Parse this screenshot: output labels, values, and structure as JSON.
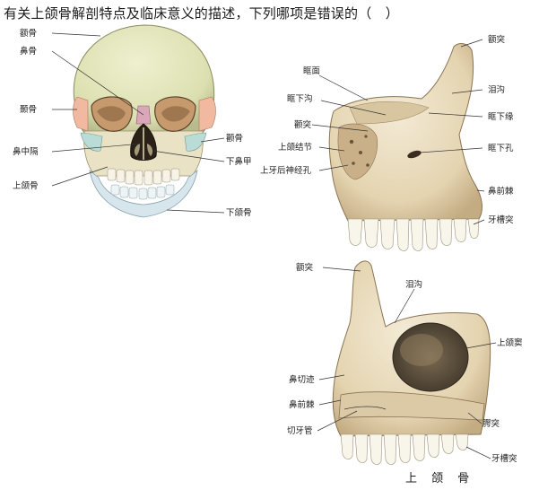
{
  "question": "有关上颌骨解剖特点及临床意义的描述，下列哪项是错误的（　）",
  "skull_labels": {
    "frontal": "额骨",
    "nasal": "鼻骨",
    "temporal": "颞骨",
    "zygomatic": "颧骨",
    "septum": "鼻中隔",
    "inferior_concha": "下鼻甲",
    "maxilla": "上颌骨",
    "mandible": "下颌骨"
  },
  "lateral_labels": {
    "frontal_process": "额突",
    "orbital_surface": "眶面",
    "lacrimal_groove": "泪沟",
    "infraorbital_groove": "眶下沟",
    "infraorbital_margin": "眶下缘",
    "zygomatic_process": "颧突",
    "infraorbital_foramen": "眶下孔",
    "maxillary_tuberosity": "上颌结节",
    "posterior_alveolar_foramina": "上牙后神经孔",
    "anterior_nasal_spine": "鼻前棘",
    "alveolar_process": "牙槽突"
  },
  "medial_labels": {
    "frontal_process": "额突",
    "lacrimal_groove": "泪沟",
    "maxillary_sinus": "上颌窦",
    "nasal_notch": "鼻切迹",
    "anterior_nasal_spine": "鼻前棘",
    "palatine_process": "腭突",
    "incisive_canal": "切牙管",
    "alveolar_process": "牙槽突"
  },
  "caption": "上 颌 骨",
  "colors": {
    "bone": "#e9dcc0",
    "bone_shadow": "#b9a27c",
    "frontal": "#e4e9b8",
    "temporal": "#f0b9a0",
    "zygomatic": "#b9dcd6",
    "nasal": "#d9a7b8",
    "mandible": "#d6e6ec"
  }
}
